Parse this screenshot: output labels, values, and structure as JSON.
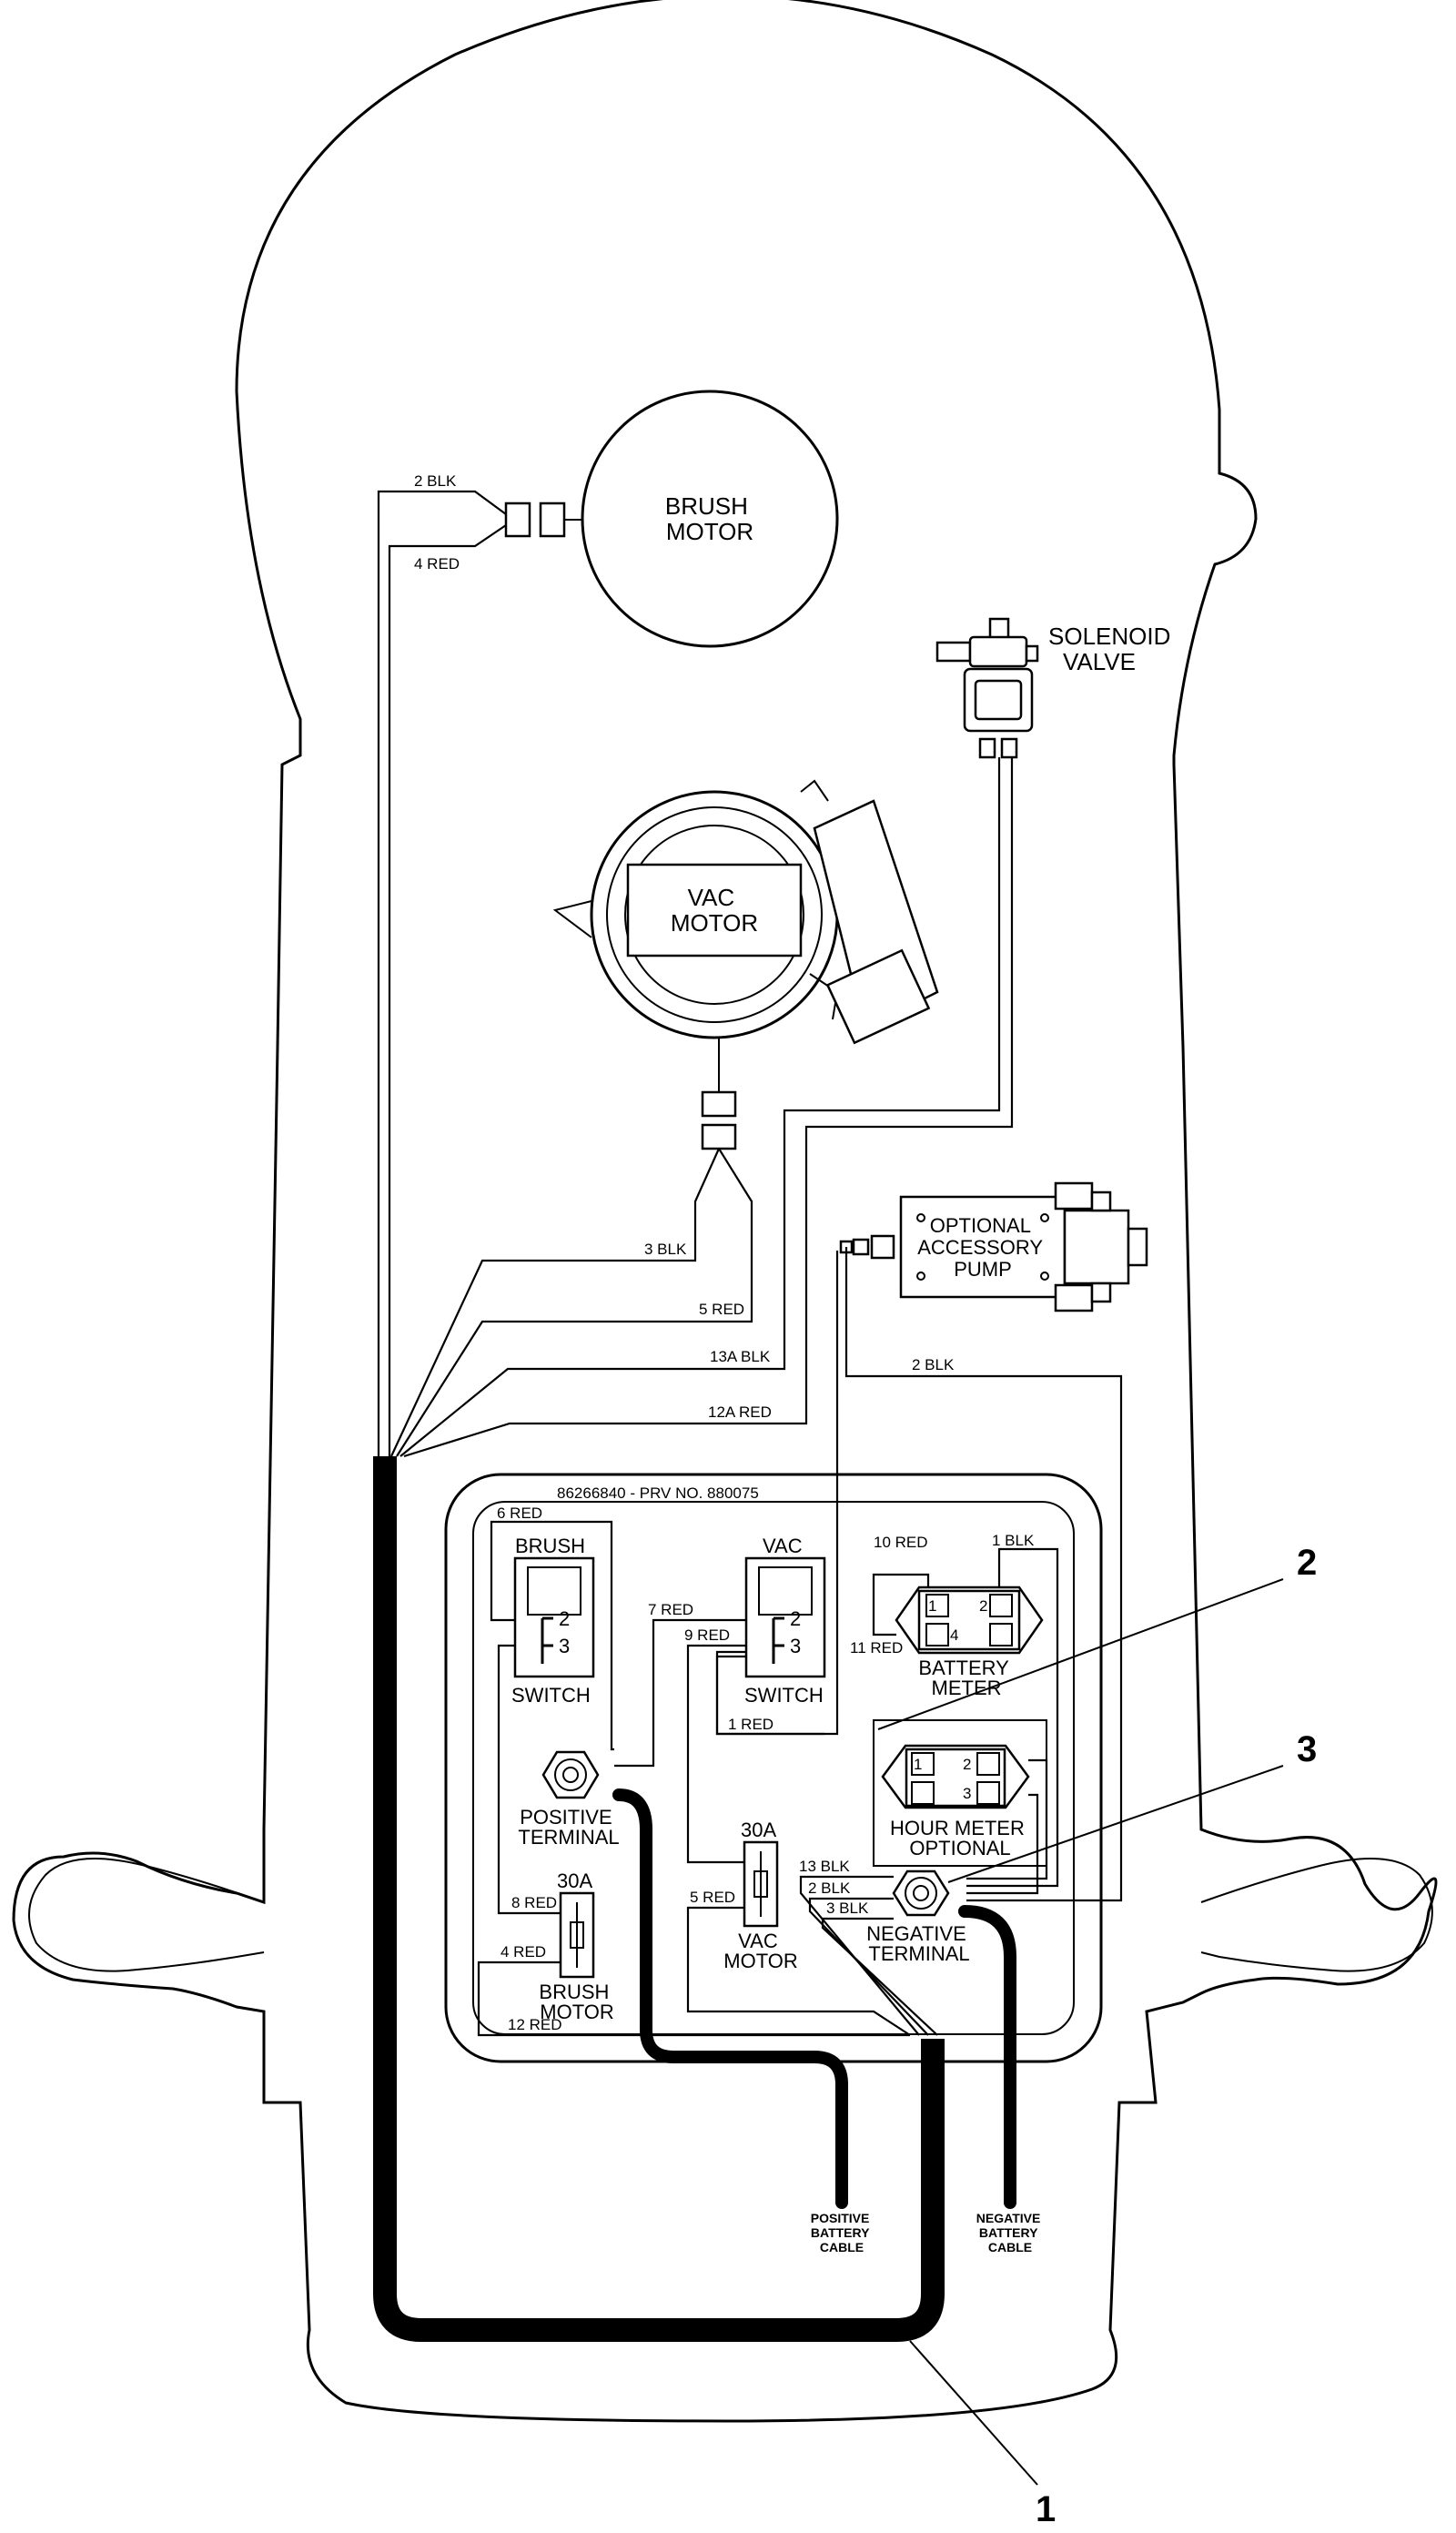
{
  "components": {
    "brush_motor": "BRUSH\nMOTOR",
    "solenoid_valve": "SOLENOID\nVALVE",
    "vac_motor": "VAC\nMOTOR",
    "accessory_pump": "OPTIONAL\nACCESSORY\nPUMP",
    "brush_switch_title": "BRUSH",
    "brush_switch_sub": "SWITCH",
    "vac_switch_title": "VAC",
    "vac_switch_sub": "SWITCH",
    "battery_meter": "BATTERY\nMETER",
    "hour_meter": "HOUR METER\nOPTIONAL",
    "positive_terminal": "POSITIVE\nTERMINAL",
    "negative_terminal": "NEGATIVE\nTERMINAL",
    "brush_breaker_rating": "30A",
    "brush_breaker_label": "BRUSH\nMOTOR",
    "vac_breaker_rating": "30A",
    "vac_breaker_label": "VAC\nMOTOR",
    "positive_battery_cable": "POSITIVE\nBATTERY\nCABLE",
    "negative_battery_cable": "NEGATIVE\nBATTERY\nCABLE",
    "panel_part_number": "86266840 - PRV NO. 880075"
  },
  "switch_terminals": {
    "t2": "2",
    "t3": "3"
  },
  "meter_pins": {
    "p1": "1",
    "p2": "2",
    "p3": "3",
    "p4": "4"
  },
  "wires": {
    "w2blk_motor": "2 BLK",
    "w4red_motor": "4 RED",
    "w3blk": "3 BLK",
    "w5red": "5 RED",
    "w13ablk": "13A BLK",
    "w12ared": "12A RED",
    "w2blk_pump": "2 BLK",
    "w6red": "6 RED",
    "w7red": "7 RED",
    "w9red": "9 RED",
    "w10red": "10 RED",
    "w1blk": "1 BLK",
    "w11red": "11 RED",
    "w1red": "1 RED",
    "w8red": "8 RED",
    "w4red_panel": "4 RED",
    "w12red": "12 RED",
    "w5red_panel": "5 RED",
    "w13blk": "13 BLK",
    "w2blk_panel": "2 BLK",
    "w3blk_panel": "3 BLK"
  },
  "callouts": [
    "1",
    "2",
    "3"
  ]
}
